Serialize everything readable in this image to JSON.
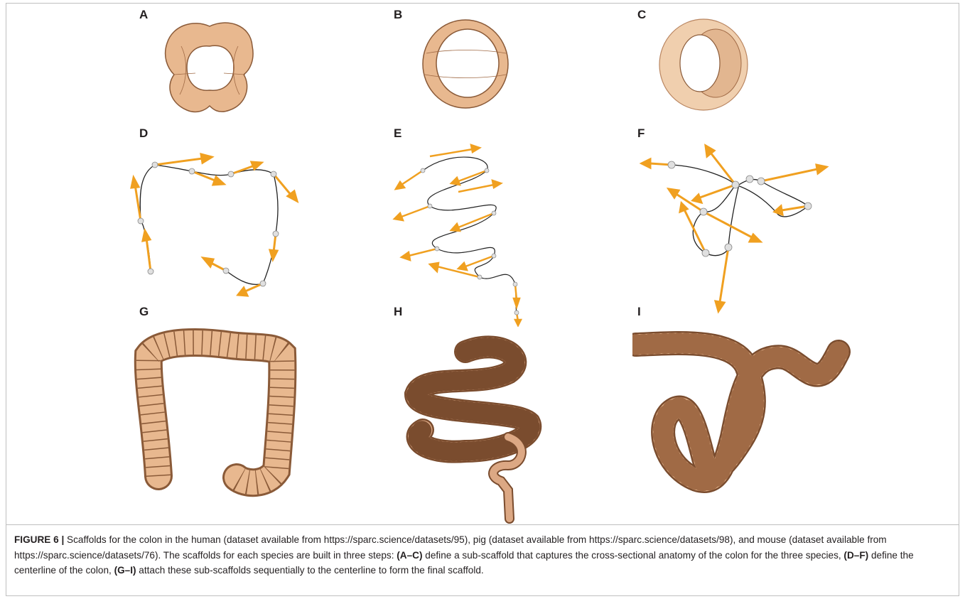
{
  "panels": [
    "A",
    "B",
    "C",
    "D",
    "E",
    "F",
    "G",
    "H",
    "I"
  ],
  "colors": {
    "tissue": "#e8b88f",
    "tissue_dark": "#b47c55",
    "arrow": "#f0a020",
    "curve": "#222222",
    "node": "#d9d9d9"
  },
  "caption": {
    "figure_label": "FIGURE 6 |",
    "intro": " Scaffolds for the colon in the human (dataset available from https://sparc.science/datasets/95), pig (dataset available from https://sparc.science/datasets/98), and mouse (dataset available from https://sparc.science/datasets/76). The scaffolds for each species are built in three steps: ",
    "step1_label": "(A–C)",
    "step1_text": " define a sub-scaffold that captures the cross-sectional anatomy of the colon for the three species, ",
    "step2_label": "(D–F)",
    "step2_text": " define the centerline of the colon, ",
    "step3_label": "(G–I)",
    "step3_text": " attach these sub-scaffolds sequentially to the centerline to form the final scaffold."
  }
}
